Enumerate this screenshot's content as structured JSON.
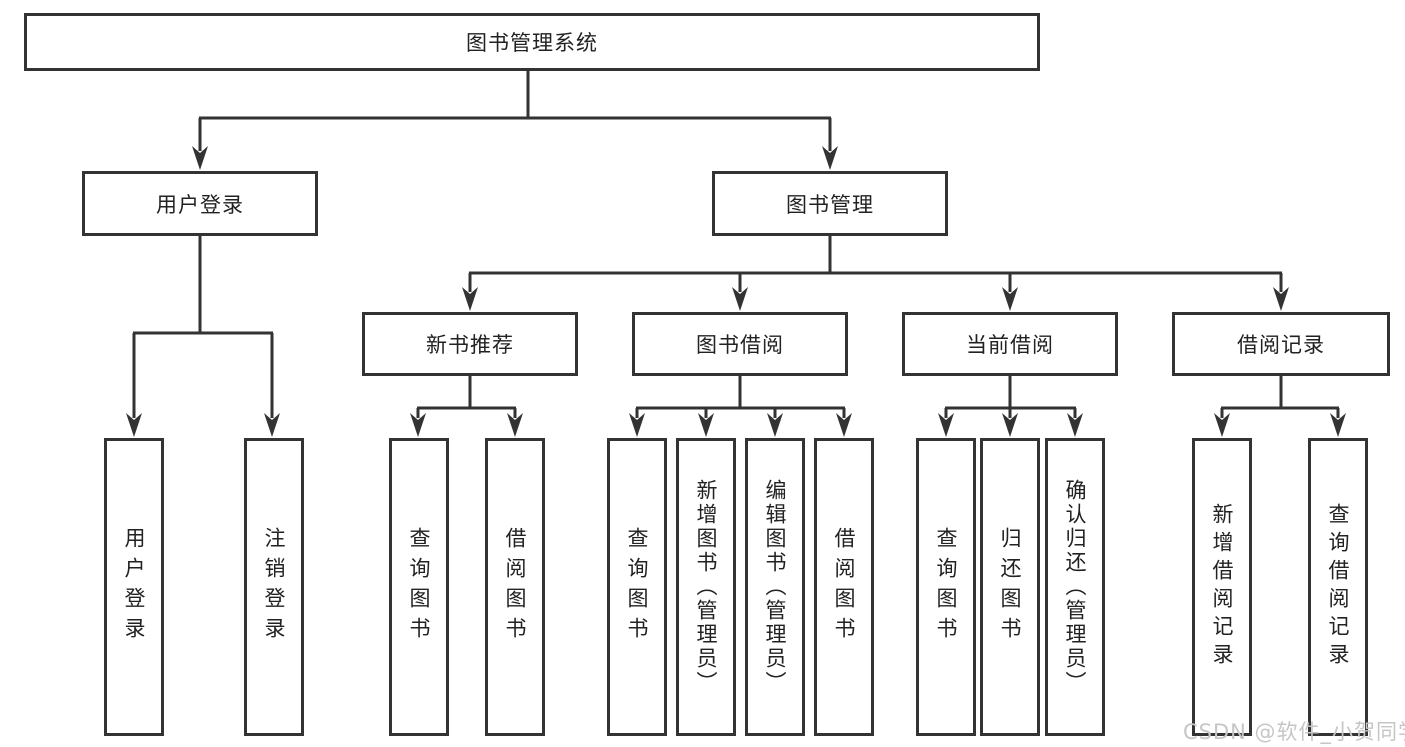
{
  "diagram": {
    "root": {
      "label": "图书管理系统"
    },
    "level2": [
      {
        "label": "用户登录",
        "children": [
          {
            "label": "用户登录"
          },
          {
            "label": "注销登录"
          }
        ]
      },
      {
        "label": "图书管理",
        "children": [
          {
            "label": "新书推荐",
            "children": [
              {
                "label": "查询图书"
              },
              {
                "label": "借阅图书"
              }
            ]
          },
          {
            "label": "图书借阅",
            "children": [
              {
                "label": "查询图书"
              },
              {
                "label": "新增图书（管理员）"
              },
              {
                "label": "编辑图书（管理员）"
              },
              {
                "label": "借阅图书"
              }
            ]
          },
          {
            "label": "当前借阅",
            "children": [
              {
                "label": "查询图书"
              },
              {
                "label": "归还图书"
              },
              {
                "label": "确认归还（管理员）"
              }
            ]
          },
          {
            "label": "借阅记录",
            "children": [
              {
                "label": "新增借阅记录"
              },
              {
                "label": "查询借阅记录"
              }
            ]
          }
        ]
      }
    ]
  },
  "colors": {
    "line": "#333333",
    "text": "#222222",
    "background": "#ffffff",
    "watermark": "#c6c6c6"
  },
  "watermark": {
    "text": "CSDN @软件_小贺同学"
  }
}
